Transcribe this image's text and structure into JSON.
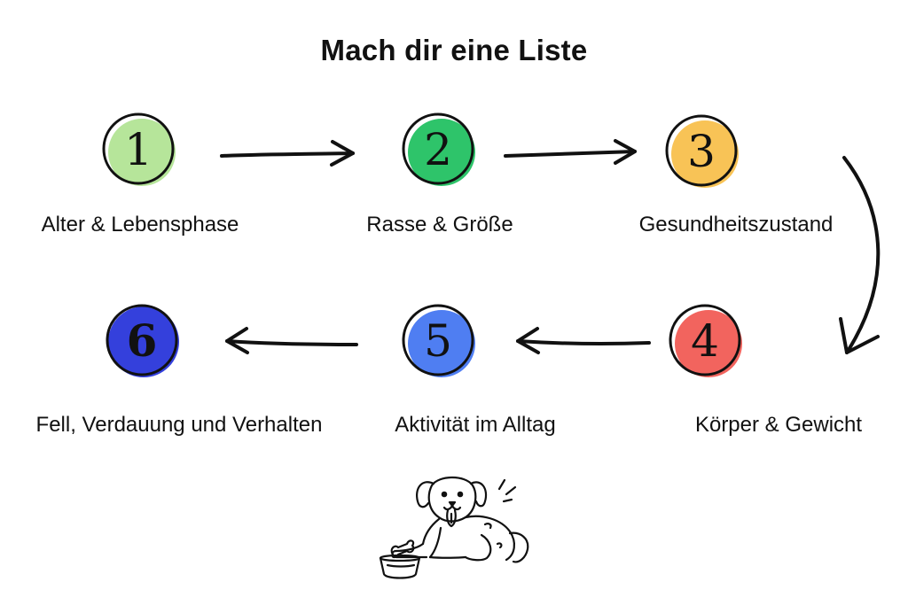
{
  "title": "Mach dir eine Liste",
  "steps": [
    {
      "number": "1",
      "label": "Alter & Lebensphase",
      "color": "#b6e59a"
    },
    {
      "number": "2",
      "label": "Rasse & Größe",
      "color": "#2ec46a"
    },
    {
      "number": "3",
      "label": "Gesundheitszustand",
      "color": "#f8c356"
    },
    {
      "number": "4",
      "label": "Körper & Gewicht",
      "color": "#f2645e"
    },
    {
      "number": "5",
      "label": "Aktivität im Alltag",
      "color": "#4f7ef2"
    },
    {
      "number": "6",
      "label": "Fell, Verdauung und Verhalten",
      "color": "#3440dc"
    }
  ],
  "illustration": {
    "icon": "dog-with-bowl-icon"
  },
  "colors": {
    "stroke": "#111111",
    "background": "#ffffff"
  }
}
